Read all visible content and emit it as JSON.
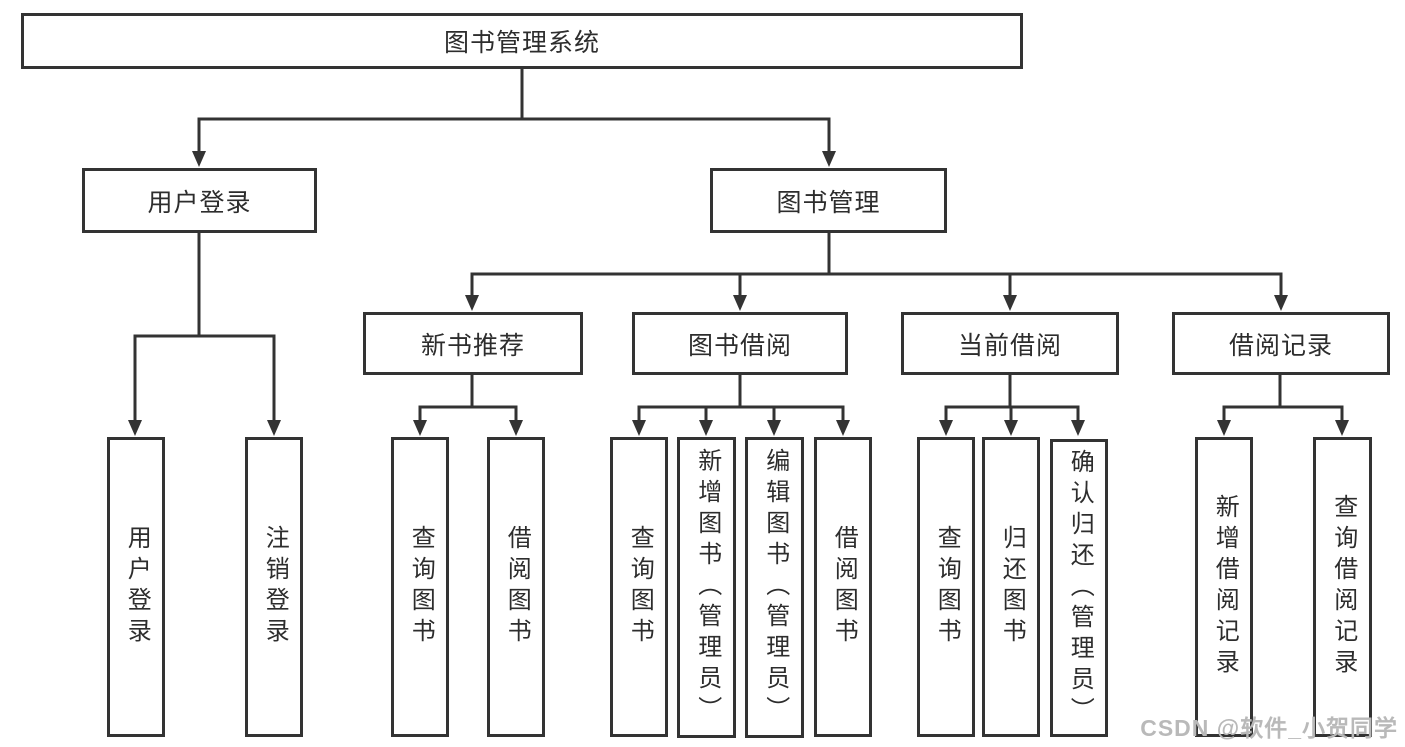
{
  "title": "图书管理系统",
  "tree": {
    "root": "图书管理系统",
    "branches": [
      {
        "label": "用户登录",
        "children": [
          "用户登录",
          "注销登录"
        ]
      },
      {
        "label": "图书管理",
        "groups": [
          {
            "label": "新书推荐",
            "children": [
              "查询图书",
              "借阅图书"
            ]
          },
          {
            "label": "图书借阅",
            "children": [
              "查询图书",
              "新增图书（管理员）",
              "编辑图书（管理员）",
              "借阅图书"
            ]
          },
          {
            "label": "当前借阅",
            "children": [
              "查询图书",
              "归还图书",
              "确认归还（管理员）"
            ]
          },
          {
            "label": "借阅记录",
            "children": [
              "新增借阅记录",
              "查询借阅记录"
            ]
          }
        ]
      }
    ]
  },
  "watermark": "CSDN @软件_小贺同学",
  "colors": {
    "line": "#333333",
    "border": "#333333",
    "text": "#2d2d2d",
    "watermark": "#b9b9b9",
    "background": "#ffffff"
  }
}
